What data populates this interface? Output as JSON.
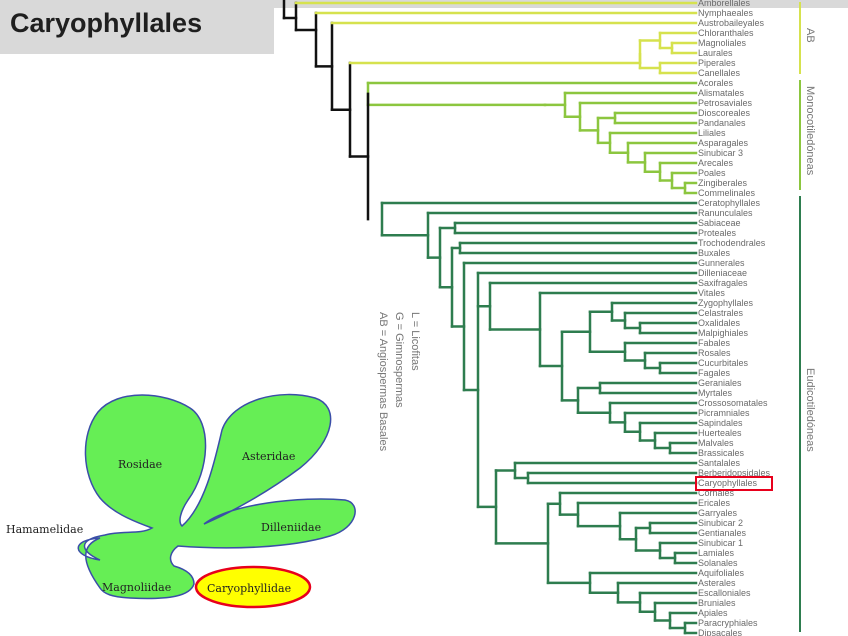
{
  "title": "Caryophyllales",
  "groups": {
    "ab": "AB",
    "monocots": "Monocotiledóneas",
    "eudicots": "Eudicotiledóneas"
  },
  "legend": [
    "L = Licofitas",
    "G = Gimnospermas",
    "AB = Angiospermas Basales"
  ],
  "colors": {
    "ab": "#d6e24e",
    "monocots": "#8cc63f",
    "eudicots": "#2e7d4f",
    "trunk": "#111111",
    "highlight": "#e8001c",
    "blob_fill": "#66ee55",
    "caryo_fill": "#ffff00"
  },
  "taxa": {
    "ab": [
      "Amborellales",
      "Nymphaeales",
      "Austrobaileyales",
      "Chloranthales",
      "Magnoliales",
      "Laurales",
      "Piperales",
      "Canellales"
    ],
    "monocots": [
      "Acorales",
      "Alismatales",
      "Petrosaviales",
      "Dioscoreales",
      "Pandanales",
      "Liliales",
      "Asparagales",
      "Sinubicar 3",
      "Arecales",
      "Poales",
      "Zingiberales",
      "Commelinales"
    ],
    "eudicots": [
      "Ceratophyllales",
      "Ranunculales",
      "Sabiaceae",
      "Proteales",
      "Trochodendrales",
      "Buxales",
      "Gunnerales",
      "Dilleniaceae",
      "Saxifragales",
      "Vitales",
      "Zygophyllales",
      "Celastrales",
      "Oxalidales",
      "Malpighiales",
      "Fabales",
      "Rosales",
      "Cucurbitales",
      "Fagales",
      "Geraniales",
      "Myrtales",
      "Crossosomatales",
      "Picramniales",
      "Sapindales",
      "Huerteales",
      "Malvales",
      "Brassicales",
      "Santalales",
      "Berberidopsidales",
      "Caryophyllales",
      "Cornales",
      "Ericales",
      "Garryales",
      "Sinubicar 2",
      "Gentianales",
      "Sinubicar 1",
      "Lamiales",
      "Solanales",
      "Aquifoliales",
      "Asterales",
      "Escalloniales",
      "Bruniales",
      "Apiales",
      "Paracryphiales",
      "Dipsacales"
    ]
  },
  "highlighted_taxon": "Caryophyllales",
  "subclasses": {
    "rosidae": "Rosidae",
    "asteridae": "Asteridae",
    "dilleniidae": "Dilleniidae",
    "hamamelidae": "Hamamelidae",
    "magnoliidae": "Magnoliidae",
    "caryophyllidae": "Caryophyllidae"
  }
}
